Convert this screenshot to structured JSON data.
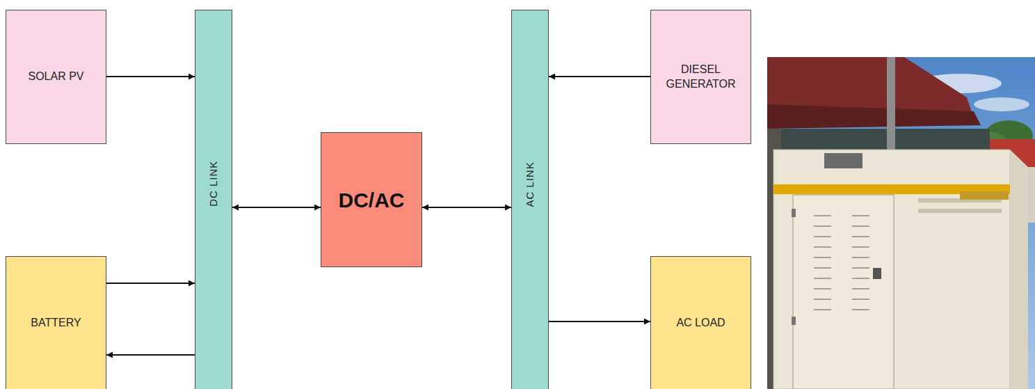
{
  "diagram": {
    "nodes": [
      {
        "text": [
          "SOLAR PV"
        ]
      },
      {
        "text": [
          "DC LINK"
        ]
      },
      {
        "text": [
          "DC/AC"
        ]
      },
      {
        "text": [
          "AC LINK"
        ]
      },
      {
        "text": [
          "DIESEL GENERATOR"
        ]
      },
      {
        "text": [
          "BATTERY"
        ]
      },
      {
        "text": [
          "AC LOAD"
        ]
      }
    ],
    "edges": [
      {
        "from": 0,
        "to": 1,
        "arrow": "to"
      },
      {
        "from": 5,
        "to": 1,
        "arrow": "to"
      },
      {
        "from": 1,
        "to": 5,
        "arrow": "to"
      },
      {
        "from": 1,
        "to": 2,
        "arrow": "both"
      },
      {
        "from": 2,
        "to": 3,
        "arrow": "both"
      },
      {
        "from": 4,
        "to": 3,
        "arrow": "to"
      },
      {
        "from": 3,
        "to": 6,
        "arrow": "to"
      }
    ]
  }
}
